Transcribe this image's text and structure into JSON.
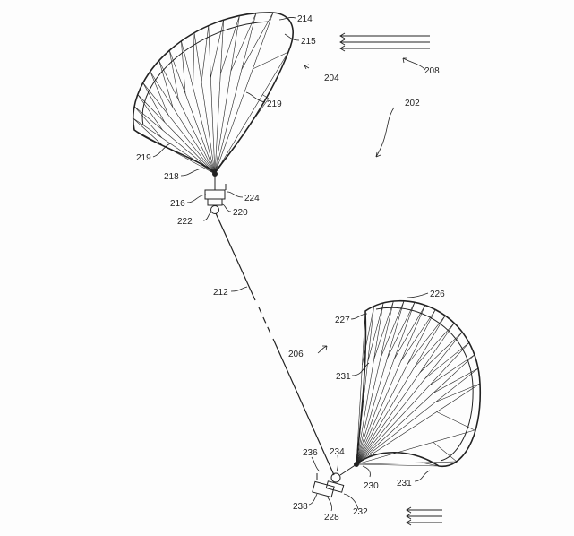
{
  "figure": {
    "labels": {
      "l214": "214",
      "l215": "215",
      "l204": "204",
      "l208": "208",
      "l219a": "219",
      "l202": "202",
      "l219b": "219",
      "l218": "218",
      "l216": "216",
      "l224": "224",
      "l222": "222",
      "l220": "220",
      "l212": "212",
      "l206": "206",
      "l226": "226",
      "l227": "227",
      "l231a": "231",
      "l231b": "231",
      "l230": "230",
      "l236": "236",
      "l234": "234",
      "l238": "238",
      "l228": "228",
      "l232": "232"
    }
  }
}
